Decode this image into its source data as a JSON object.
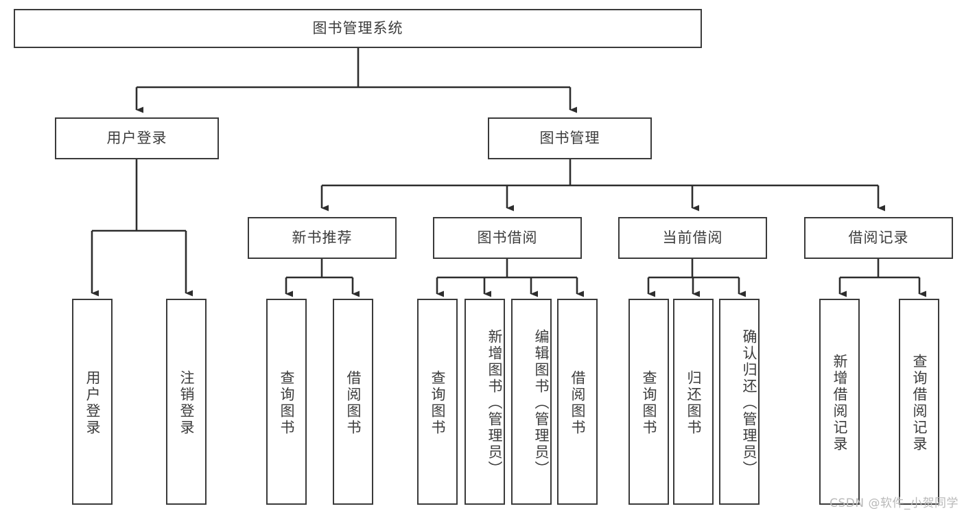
{
  "diagram": {
    "title": "图书管理系统",
    "type": "tree",
    "root": {
      "id": "root",
      "label": "图书管理系统",
      "orientation": "horizontal"
    },
    "level1": [
      {
        "id": "user-login",
        "label": "用户登录",
        "orientation": "horizontal"
      },
      {
        "id": "book-manage",
        "label": "图书管理",
        "orientation": "horizontal"
      }
    ],
    "level2": [
      {
        "id": "new-book-recommend",
        "label": "新书推荐",
        "parent": "book-manage",
        "orientation": "horizontal"
      },
      {
        "id": "book-borrow",
        "label": "图书借阅",
        "parent": "book-manage",
        "orientation": "horizontal"
      },
      {
        "id": "current-borrow",
        "label": "当前借阅",
        "parent": "book-manage",
        "orientation": "horizontal"
      },
      {
        "id": "borrow-record",
        "label": "借阅记录",
        "parent": "book-manage",
        "orientation": "horizontal"
      }
    ],
    "leaves": [
      {
        "id": "leaf-user-login",
        "label": "用户登录",
        "parent": "user-login",
        "orientation": "vertical"
      },
      {
        "id": "leaf-user-logout",
        "label": "注销登录",
        "parent": "user-login",
        "orientation": "vertical"
      },
      {
        "id": "leaf-query-book-1",
        "label": "查询图书",
        "parent": "new-book-recommend",
        "orientation": "vertical"
      },
      {
        "id": "leaf-borrow-book-1",
        "label": "借阅图书",
        "parent": "new-book-recommend",
        "orientation": "vertical"
      },
      {
        "id": "leaf-query-book-2",
        "label": "查询图书",
        "parent": "book-borrow",
        "orientation": "vertical"
      },
      {
        "id": "leaf-add-book",
        "label": "新增图书（管理员）",
        "parent": "book-borrow",
        "orientation": "vertical"
      },
      {
        "id": "leaf-edit-book",
        "label": "编辑图书（管理员）",
        "parent": "book-borrow",
        "orientation": "vertical"
      },
      {
        "id": "leaf-borrow-book-2",
        "label": "借阅图书",
        "parent": "book-borrow",
        "orientation": "vertical"
      },
      {
        "id": "leaf-query-book-3",
        "label": "查询图书",
        "parent": "current-borrow",
        "orientation": "vertical"
      },
      {
        "id": "leaf-return-book",
        "label": "归还图书",
        "parent": "current-borrow",
        "orientation": "vertical"
      },
      {
        "id": "leaf-confirm-return",
        "label": "确认归还（管理员）",
        "parent": "current-borrow",
        "orientation": "vertical"
      },
      {
        "id": "leaf-add-record",
        "label": "新增借阅记录",
        "parent": "borrow-record",
        "orientation": "vertical"
      },
      {
        "id": "leaf-query-record",
        "label": "查询借阅记录",
        "parent": "borrow-record",
        "orientation": "vertical"
      }
    ],
    "watermark": "CSDN @软件_小贺同学",
    "colors": {
      "border": "#3a3a3a",
      "text": "#3c3c3c",
      "background": "#ffffff",
      "watermark": "#b9b9b9"
    }
  }
}
